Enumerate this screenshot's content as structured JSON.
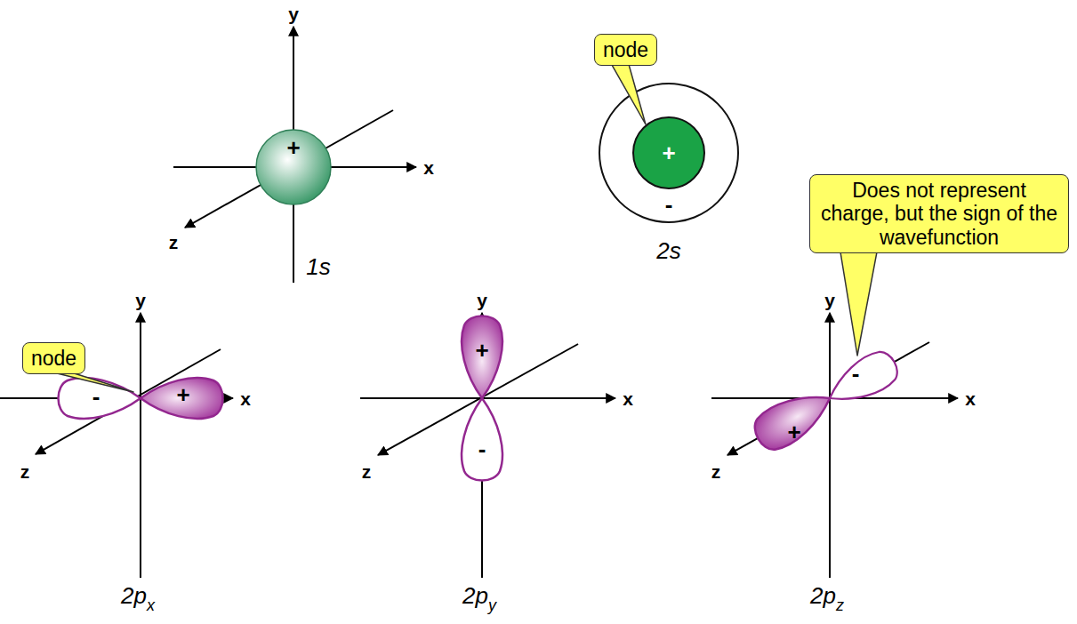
{
  "diagram": {
    "nodes": [
      {
        "text": [
          "node"
        ]
      },
      {
        "text": [
          "Does not represent charge, but the sign of the wavefunction"
        ]
      },
      {
        "text": [
          "node"
        ]
      }
    ],
    "labels": [
      "y",
      "x",
      "z",
      "+",
      "1s",
      "+",
      "-",
      "2s",
      "y",
      "x",
      "z",
      "-",
      "+",
      "2p",
      "x",
      "y",
      "x",
      "z",
      "+",
      "-",
      "2p",
      "y",
      "y",
      "x",
      "z",
      "+",
      "-",
      "2p",
      "z"
    ]
  }
}
